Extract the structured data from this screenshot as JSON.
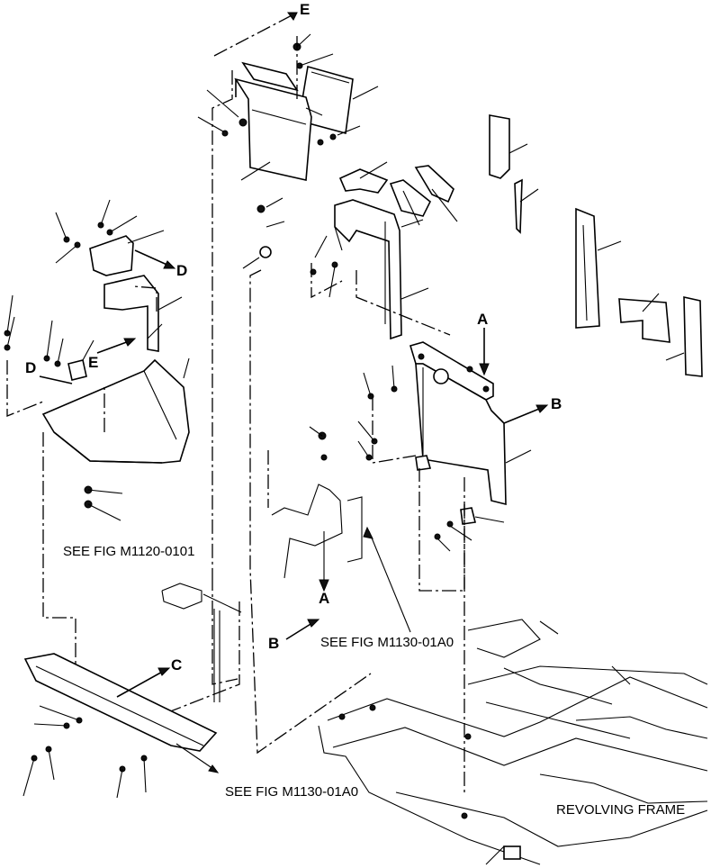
{
  "references": {
    "fig_m1120_0101": "SEE FIG M1120-0101",
    "fig_m1130_01a0_mid": "SEE FIG M1130-01A0",
    "fig_m1130_01a0_bottom": "SEE FIG M1130-01A0",
    "revolving_frame": "REVOLVING FRAME"
  },
  "letters": {
    "e_top": "E",
    "e_left": "E",
    "d_right": "D",
    "d_left": "D",
    "a_top": "A",
    "a_mid": "A",
    "b_right": "B",
    "b_mid": "B",
    "c": "C"
  }
}
